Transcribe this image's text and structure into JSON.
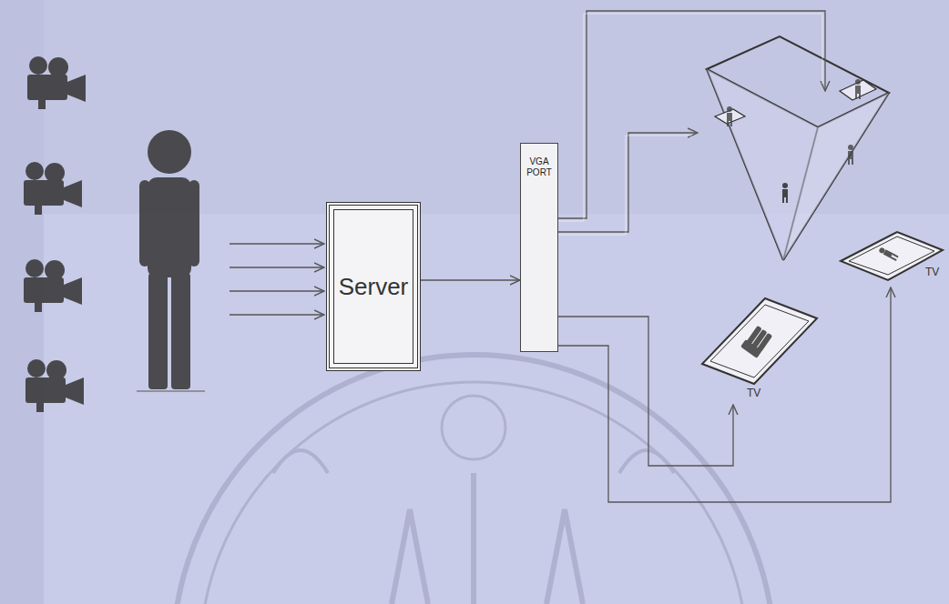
{
  "diagram": {
    "nodes": [
      {
        "text": [
          "Server"
        ]
      },
      {
        "text": [
          "VGA PORT"
        ]
      },
      {
        "text": [
          "TV"
        ]
      },
      {
        "text": [
          "TV"
        ]
      }
    ],
    "edges": [
      {
        "from": 0,
        "to": 1,
        "arrow": "to"
      },
      {
        "from": 1,
        "to": 2,
        "arrow": "to"
      },
      {
        "from": 1,
        "to": 3,
        "arrow": "to"
      }
    ]
  }
}
